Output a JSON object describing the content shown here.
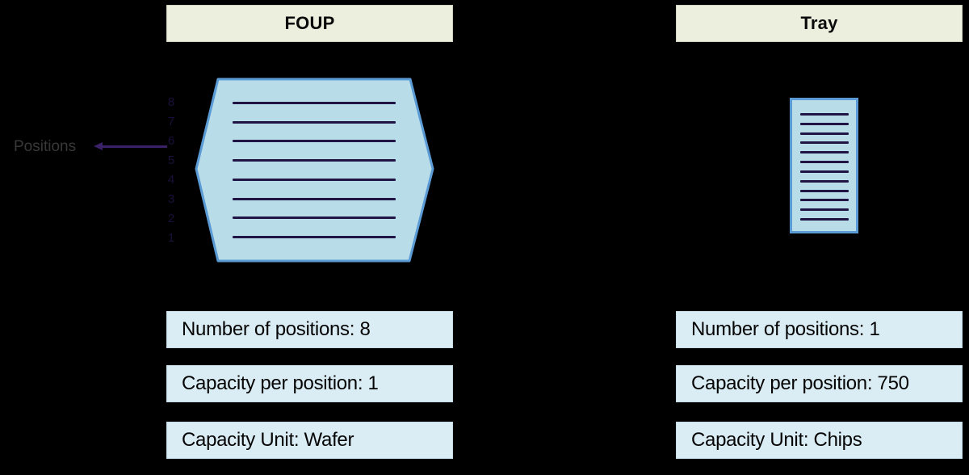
{
  "colors": {
    "canvas_bg": "#000000",
    "header_fill": "#ecefde",
    "box_fill": "#daecf4",
    "shape_fill": "#b9dce9",
    "shape_border": "#5b9bd5",
    "slot_line": "#201545",
    "arrow": "#3b2168",
    "faint_label": "#383838",
    "faint_digit": "#1a1038"
  },
  "columns": {
    "foup": {
      "header": "FOUP",
      "carrier": {
        "type": "foup-hexagon",
        "slot_count": 8
      },
      "annotation": {
        "label": "Positions",
        "numbers": [
          "8",
          "7",
          "6",
          "5",
          "4",
          "3",
          "2",
          "1"
        ]
      },
      "info_boxes": [
        "Number of positions: 8",
        "Capacity per position: 1",
        "Capacity Unit: Wafer"
      ]
    },
    "tray": {
      "header": "Tray",
      "carrier": {
        "type": "tray-rectangle",
        "slot_count": 12
      },
      "info_boxes": [
        "Number of positions: 1",
        "Capacity per position: 750",
        "Capacity Unit: Chips"
      ]
    }
  }
}
